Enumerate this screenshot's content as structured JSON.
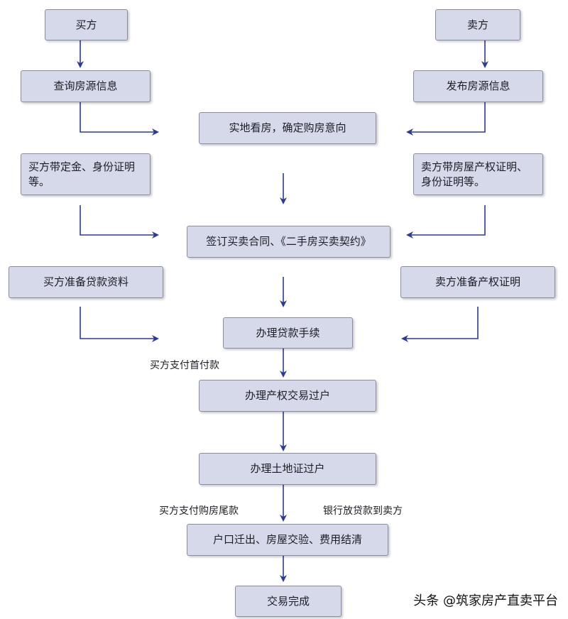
{
  "nodes": {
    "buyer": "买方",
    "seller": "卖方",
    "buyer_search": "查询房源信息",
    "seller_publish": "发布房源信息",
    "view_house": "实地看房，确定购房意向",
    "buyer_docs": "买方带定金、身份证明等。",
    "seller_docs": "卖方带房屋产权证明、身份证明等。",
    "sign_contract": "签订买卖合同、《二手房买卖契约》",
    "buyer_loan_docs": "买方准备贷款资料",
    "seller_title_docs": "卖方准备产权证明",
    "loan_procedure": "办理贷款手续",
    "title_transfer": "办理产权交易过户",
    "land_transfer": "办理土地证过户",
    "settlement": "户口迁出、房屋交验、费用结清",
    "complete": "交易完成"
  },
  "labels": {
    "down_payment": "买方支付首付款",
    "final_payment": "买方支付购房尾款",
    "bank_release": "银行放贷款到卖方"
  },
  "watermark": "头条 @筑家房产直卖平台",
  "colors": {
    "box_fill": "#d6d9ea",
    "box_border": "#8a8d9e",
    "arrow": "#2b3a9a"
  }
}
